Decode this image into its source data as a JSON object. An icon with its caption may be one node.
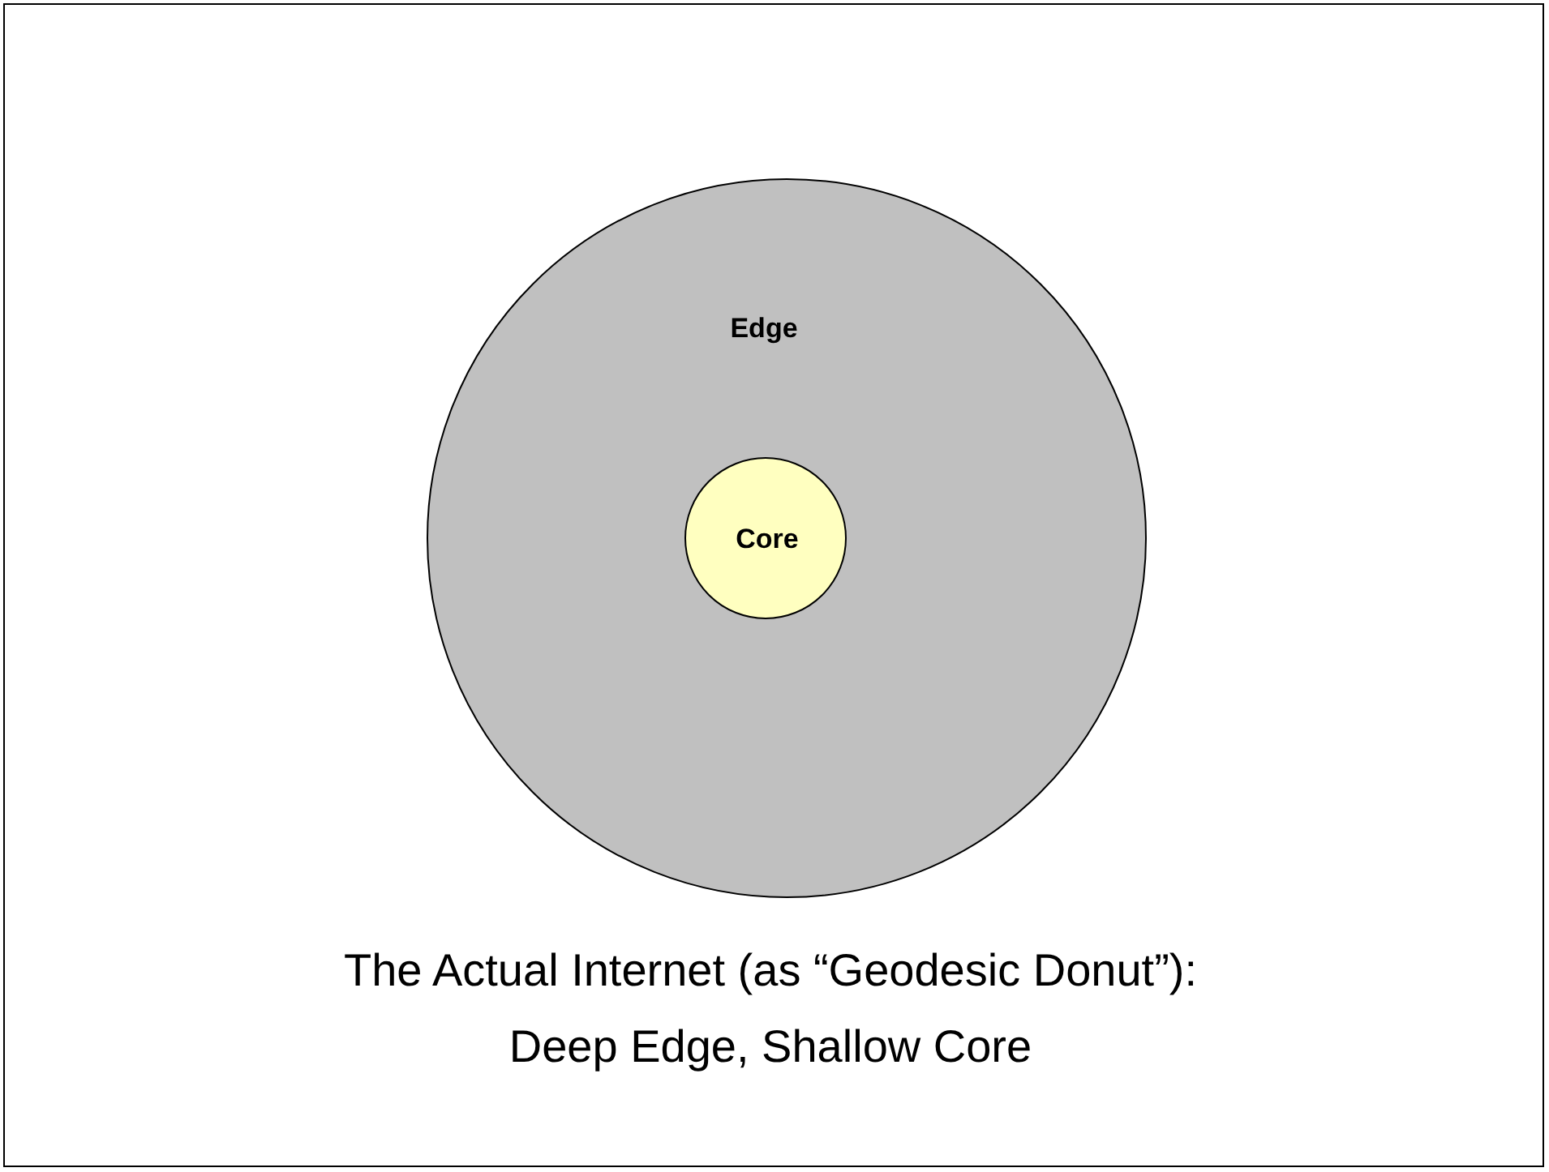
{
  "diagram": {
    "caption": "The Actual Internet (as “Geodesic Donut”): Deep Edge, Shallow Core",
    "nodes": [
      {
        "text": [
          "Edge"
        ]
      },
      {
        "text": [
          "Core"
        ],
        "in": 0
      }
    ]
  }
}
